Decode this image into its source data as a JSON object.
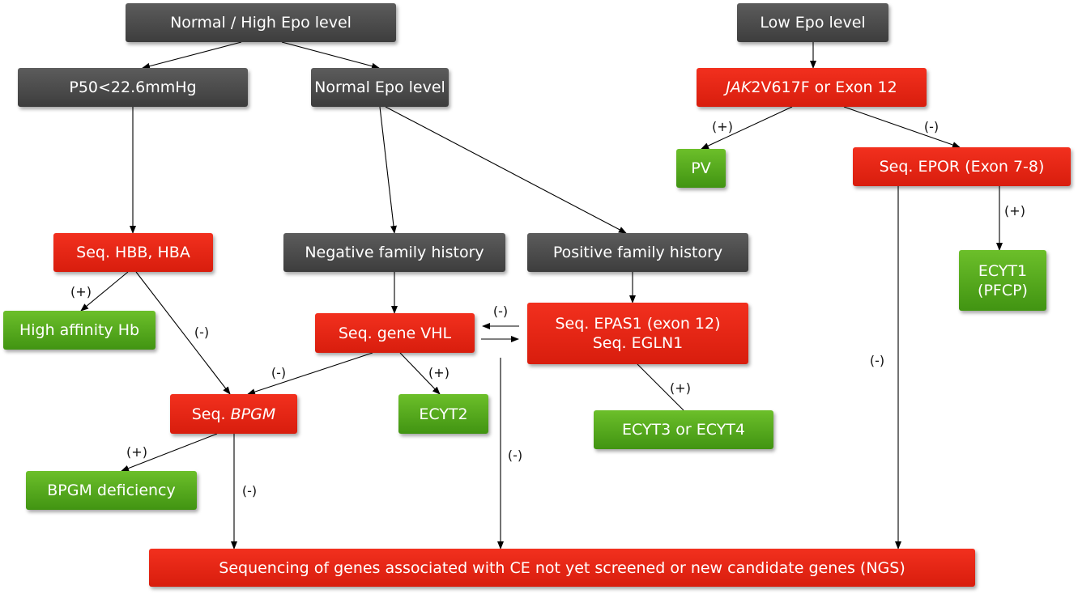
{
  "nodes": {
    "normal_high_epo": "Normal / High Epo level",
    "low_epo": "Low Epo level",
    "p50": "P50<22.6mmHg",
    "normal_epo": "Normal Epo level",
    "jak2_italic": "JAK",
    "jak2_rest": "2V617F or Exon 12",
    "pv": "PV",
    "seq_epor": "Seq. EPOR (Exon 7-8)",
    "seq_hbb_hba": "Seq. HBB, HBA",
    "neg_family": "Negative family history",
    "pos_family": "Positive family history",
    "ecyt1_line1": "ECYT1",
    "ecyt1_line2": "(PFCP)",
    "high_affinity_hb": "High affinity Hb",
    "seq_vhl": "Seq. gene VHL",
    "seq_epas1_line1": "Seq. EPAS1 (exon 12)",
    "seq_epas1_line2": "Seq. EGLN1",
    "seq_bpgm_prefix": "Seq. ",
    "seq_bpgm_italic": "BPGM",
    "ecyt2": "ECYT2",
    "ecyt3_4": "ECYT3 or ECYT4",
    "bpgm_deficiency": "BPGM deficiency",
    "sequencing_ngs": "Sequencing of genes associated with CE not yet screened or new candidate genes (NGS)"
  },
  "edge_labels": {
    "jak_pos": "(+)",
    "jak_neg": "(-)",
    "epor_pos": "(+)",
    "epor_neg": "(-)",
    "hbb_pos": "(+)",
    "hbb_neg": "(-)",
    "vhl_neg": "(-)",
    "vhl_pos": "(+)",
    "epas_vhl_neg": "(-)",
    "vhl_ngs_neg": "(-)",
    "epas_pos": "(+)",
    "bpgm_pos": "(+)",
    "bpgm_neg": "(-)"
  },
  "colors": {
    "decision": "#4a4a4a",
    "test": "#e8281a",
    "diagnosis": "#56a81e",
    "connector": "#000000"
  }
}
